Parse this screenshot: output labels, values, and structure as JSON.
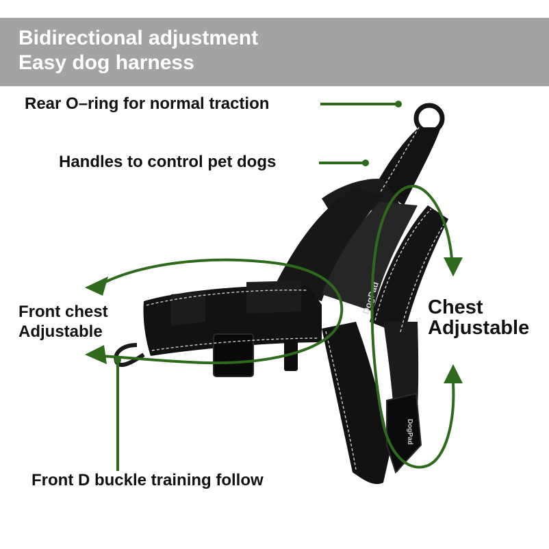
{
  "banner": {
    "line1": "Bidirectional adjustment",
    "line2": "Easy dog harness",
    "background": "#a3a3a3",
    "text_color": "#ffffff"
  },
  "callouts": {
    "rear_ring": "Rear O–ring for normal traction",
    "handles": "Handles to control pet dogs",
    "front_chest_line1": "Front chest",
    "front_chest_line2": "Adjustable",
    "chest_line1": "Chest",
    "chest_line2": "Adjustable",
    "front_buckle": "Front D buckle training follow"
  },
  "product": {
    "brand_logo": "DogPad",
    "strap_color": "#111111",
    "reflective_stitch_color": "#cfcfcf"
  },
  "accent_color": "#2d6a1c",
  "icons": [
    "arrow-left-icon",
    "arrow-down-icon",
    "arrow-up-icon",
    "callout-dot-icon"
  ]
}
